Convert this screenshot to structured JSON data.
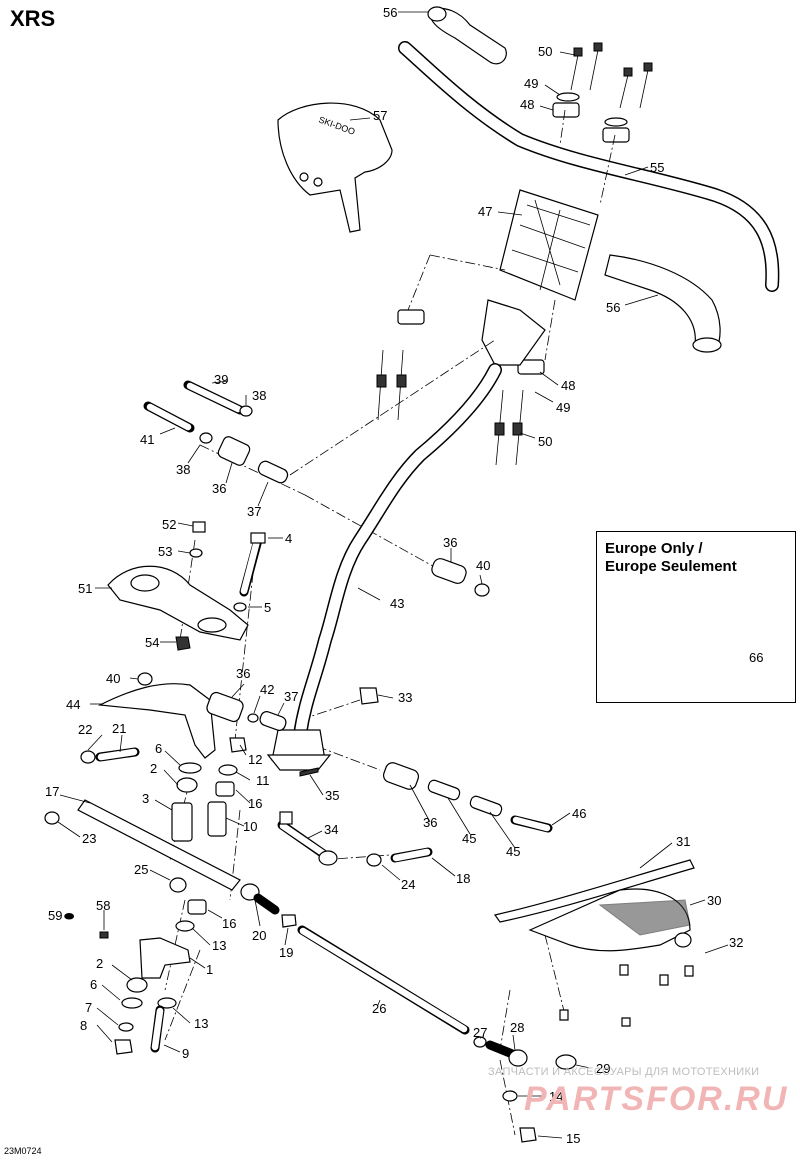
{
  "header": {
    "model": "XRS"
  },
  "footer": {
    "drawing_code": "23M0724"
  },
  "inset": {
    "title_line1": "Europe Only /",
    "title_line2": "Europe Seulement",
    "part_label": "66"
  },
  "watermark": {
    "tagline": "ЗАПЧАСТИ И АКСЕССУАРЫ ДЛЯ МОТОТЕХНИКИ",
    "brand": "PARTSFOR.RU"
  },
  "callouts": {
    "c56a": "56",
    "c50a": "50",
    "c49a": "49",
    "c48a": "48",
    "c57": "57",
    "c55": "55",
    "c47": "47",
    "c56b": "56",
    "c48b": "48",
    "c49b": "49",
    "c50b": "50",
    "c39": "39",
    "c38a": "38",
    "c41": "41",
    "c38b": "38",
    "c36a": "36",
    "c37a": "37",
    "c52": "52",
    "c4": "4",
    "c53": "53",
    "c51": "51",
    "c5": "5",
    "c54": "54",
    "c36b": "36",
    "c40a": "40",
    "c43": "43",
    "c40b": "40",
    "c36c": "36",
    "c44": "44",
    "c42": "42",
    "c37b": "37",
    "c33": "33",
    "c22": "22",
    "c21": "21",
    "c6a": "6",
    "c12": "12",
    "c2a": "2",
    "c11": "11",
    "c17": "17",
    "c3": "3",
    "c16a": "16",
    "c35": "35",
    "c10": "10",
    "c23": "23",
    "c36d": "36",
    "c46": "46",
    "c45a": "45",
    "c45b": "45",
    "c34": "34",
    "c31": "31",
    "c25": "25",
    "c24": "24",
    "c18": "18",
    "c59": "59",
    "c58": "58",
    "c16b": "16",
    "c30": "30",
    "c20": "20",
    "c19": "19",
    "c13a": "13",
    "c32": "32",
    "c2b": "2",
    "c1": "1",
    "c6b": "6",
    "c26": "26",
    "c7": "7",
    "c13b": "13",
    "c27": "27",
    "c8": "8",
    "c28": "28",
    "c9": "9",
    "c29": "29",
    "c14": "14",
    "c15": "15"
  }
}
